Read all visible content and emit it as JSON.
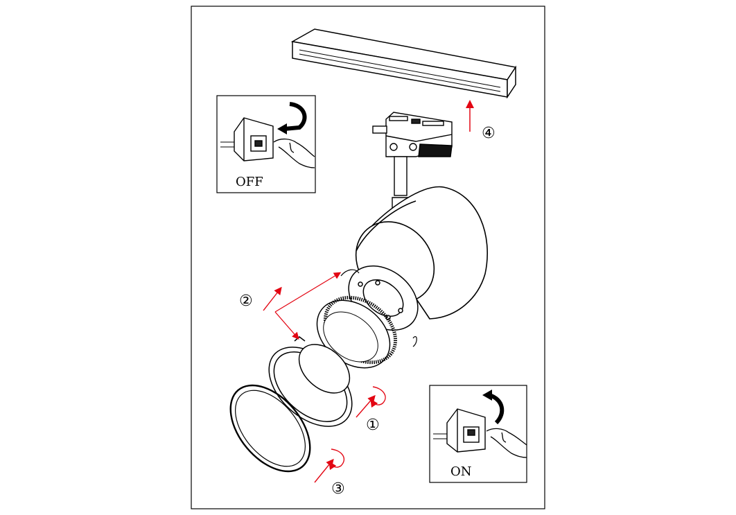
{
  "off_panel": {
    "label": "OFF"
  },
  "on_panel": {
    "label": "ON"
  },
  "steps": [
    "①",
    "②",
    "③",
    "④"
  ],
  "colors": {
    "arrow": "#e30613",
    "line": "#000000",
    "paper": "#ffffff"
  },
  "icons": [
    "power-switch-icon",
    "hand-icon",
    "rotate-arrow-icon",
    "track-rail-icon",
    "spotlight-icon"
  ]
}
